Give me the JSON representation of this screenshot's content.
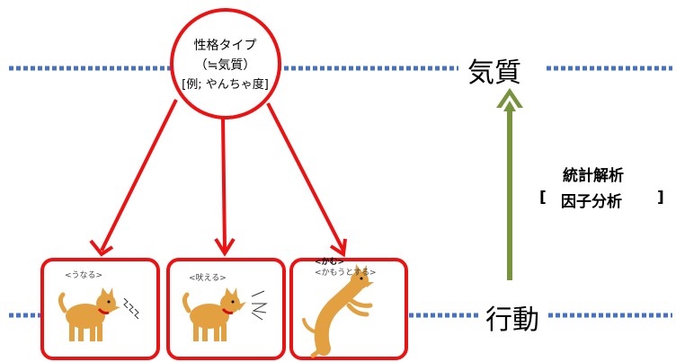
{
  "labels": {
    "temperament": "気質",
    "behavior": "行動",
    "analysis_line1": "統計解析",
    "analysis_line2_open": "[",
    "analysis_line2_text": "因子分析",
    "analysis_line2_close": "]"
  },
  "personality_circle": {
    "line1": "性格タイプ",
    "line2": "（≒気質）",
    "line3": "[例; やんちゃ度]"
  },
  "cards": [
    {
      "caption": "<うなる>"
    },
    {
      "caption": "<吠える>"
    },
    {
      "caption_bold": "<かむ>",
      "caption": "<かもうとする>"
    }
  ],
  "colors": {
    "dotted_line": "#4472c4",
    "red": "#ee1111",
    "green_arrow": "#77933c",
    "dog_body": "#e3a040",
    "collar": "#d01010"
  },
  "icons": [
    "dog-growling-icon",
    "dog-barking-icon",
    "dog-jumping-icon",
    "sound-lines-icon"
  ]
}
